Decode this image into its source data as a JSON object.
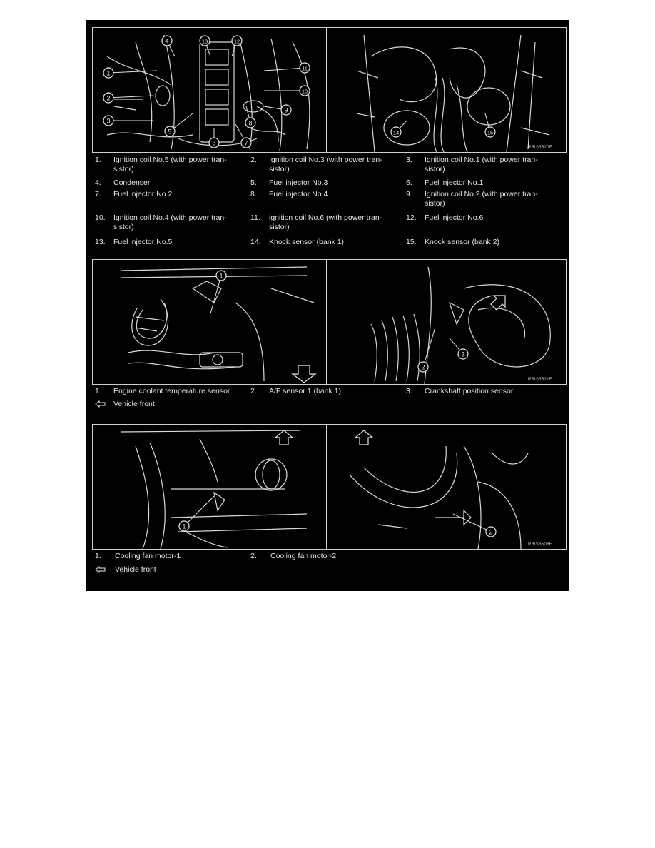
{
  "figure1": {
    "code": "RBIS3520E",
    "callouts": [
      "1",
      "2",
      "3",
      "4",
      "5",
      "6",
      "7",
      "8",
      "9",
      "10",
      "11",
      "12",
      "13",
      "14",
      "15"
    ],
    "legend": [
      {
        "num": "1.",
        "text": "Ignition coil No.5 (with power tran-\nsistor)"
      },
      {
        "num": "2.",
        "text": "Ignition coil No.3 (with power tran-\nsistor)"
      },
      {
        "num": "3.",
        "text": "Ignition coil No.1 (with power tran-\nsistor)"
      },
      {
        "num": "4.",
        "text": "Condenser"
      },
      {
        "num": "5.",
        "text": "Fuel injector No.3"
      },
      {
        "num": "6.",
        "text": "Fuel injector No.1"
      },
      {
        "num": "7.",
        "text": "Fuel injector No.2"
      },
      {
        "num": "8.",
        "text": "Fuel injector No.4"
      },
      {
        "num": "9.",
        "text": "Ignition coil No.2 (with power tran-\nsistor)"
      },
      {
        "num": "10.",
        "text": "Ignition coil No.4 (with power tran-\nsistor)"
      },
      {
        "num": "11.",
        "text": "ignition coil No.6 (with power tran-\nsistor)"
      },
      {
        "num": "12.",
        "text": "Fuel injector No.6"
      },
      {
        "num": "13.",
        "text": "Fuel injector No.5"
      },
      {
        "num": "14.",
        "text": "Knock sensor (bank 1)"
      },
      {
        "num": "15.",
        "text": "Knock sensor (bank 2)"
      }
    ]
  },
  "figure2": {
    "code": "RBIS3521E",
    "callouts": [
      "1",
      "2",
      "3"
    ],
    "legend": [
      {
        "num": "1.",
        "text": "Engine coolant temperature sensor"
      },
      {
        "num": "2.",
        "text": "A/F sensor 1 (bank 1)"
      },
      {
        "num": "3.",
        "text": "Crankshaft position sensor"
      }
    ],
    "vehicle_front": "Vehicle front"
  },
  "figure3": {
    "code": "RBIS3508E",
    "callouts": [
      "1",
      "2"
    ],
    "legend": [
      {
        "num": "1.",
        "text": "Cooling fan motor-1"
      },
      {
        "num": "2.",
        "text": "Cooling fan motor-2"
      }
    ],
    "vehicle_front": "Vehicle front"
  }
}
